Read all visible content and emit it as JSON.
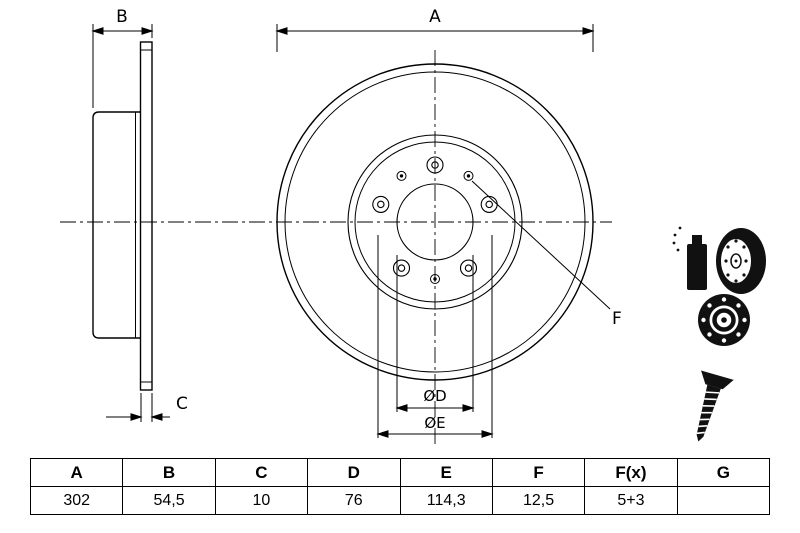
{
  "drawing": {
    "labels": {
      "a": "A",
      "b": "B",
      "c": "C",
      "diameter_d": "ØD",
      "diameter_e": "ØE",
      "f": "F"
    }
  },
  "icons": {
    "spray_can": "spray-can-icon",
    "disc_side": "brake-disc-side-icon",
    "disc_front": "brake-disc-front-icon",
    "screw": "countersunk-screw-icon"
  },
  "table": {
    "headers": [
      "A",
      "B",
      "C",
      "D",
      "E",
      "F",
      "F(x)",
      "G"
    ],
    "values": [
      "302",
      "54,5",
      "10",
      "76",
      "114,3",
      "12,5",
      "5+3",
      ""
    ]
  }
}
